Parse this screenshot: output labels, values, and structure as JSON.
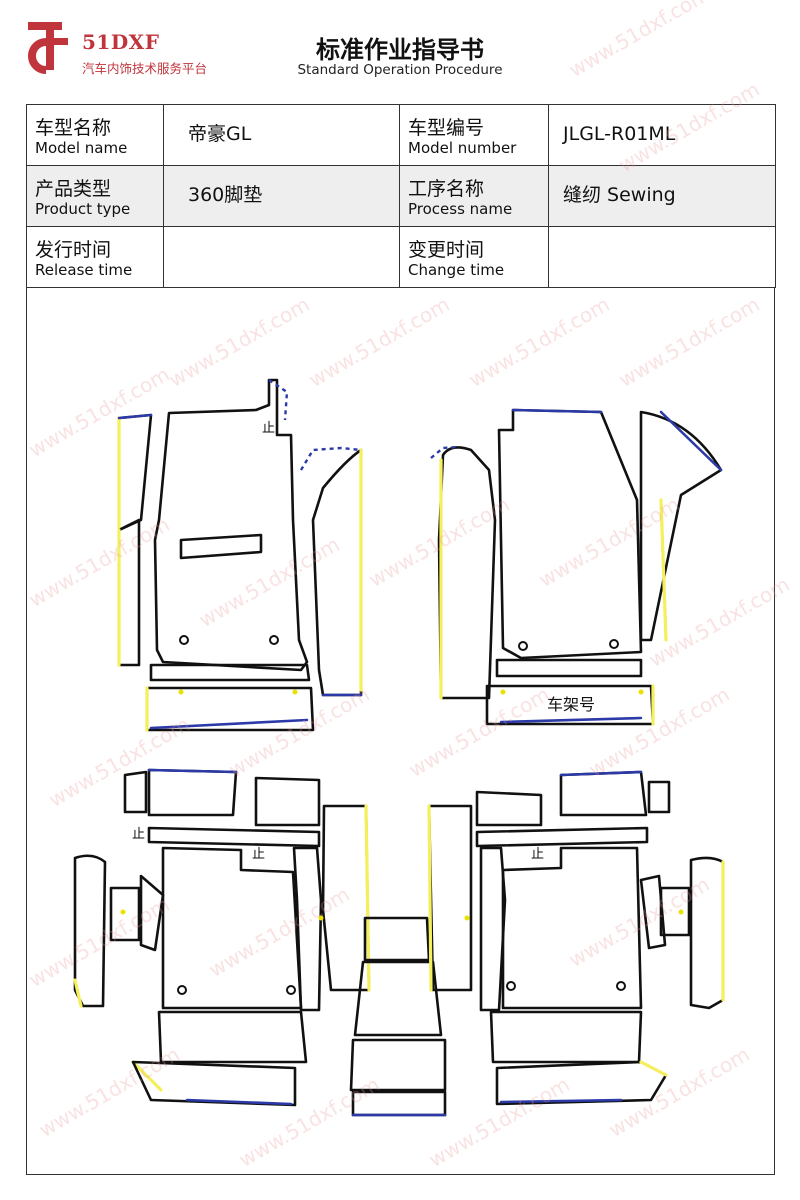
{
  "header": {
    "brand": "51DXF",
    "brand_sub": "汽车内饰技术服务平台",
    "title": "标准作业指导书",
    "subtitle": "Standard Operation Procedure"
  },
  "info_table": {
    "rows": [
      {
        "label1_cn": "车型名称",
        "label1_en": "Model name",
        "value1": "帝豪GL",
        "label2_cn": "车型编号",
        "label2_en": "Model number",
        "value2": "JLGL-R01ML"
      },
      {
        "label1_cn": "产品类型",
        "label1_en": "Product type",
        "value1": "360脚垫",
        "label2_cn": "工序名称",
        "label2_en": "Process name",
        "value2": "缝纫 Sewing"
      },
      {
        "label1_cn": "发行时间",
        "label1_en": "Release time",
        "value1": "",
        "label2_cn": "变更时间",
        "label2_en": "Change time",
        "value2": ""
      }
    ]
  },
  "drawing": {
    "stop_mark": "止",
    "frame_number_label": "车架号"
  },
  "watermark": {
    "text": "www.51dxf.com"
  },
  "colors": {
    "brand_red": "#c0343c",
    "edge_yellow": "#f4ef5a",
    "edge_blue": "#2c3aa8",
    "outline": "#111111",
    "watermark": "#e89696"
  }
}
